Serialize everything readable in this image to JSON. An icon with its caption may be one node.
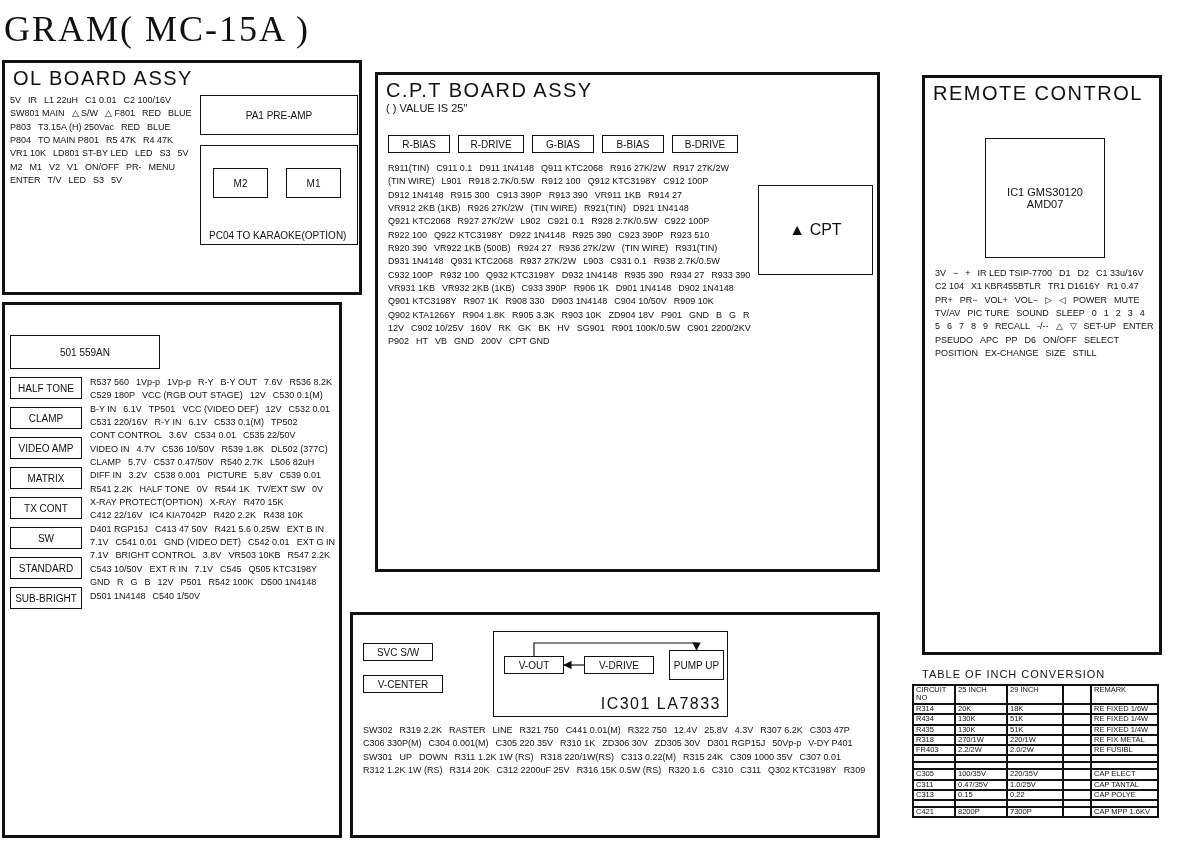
{
  "diagram": {
    "title": "GRAM( MC-15A )",
    "nodes": [
      {
        "text": [
          "OL BOARD ASSY"
        ]
      },
      {
        "text": [
          "PA1 PRE-AMP"
        ],
        "in": 0
      },
      {
        "text": [
          "PC04 TO KARAOKE(OPTION)"
        ],
        "in": 0
      },
      {
        "text": [
          "M2"
        ],
        "in": 2
      },
      {
        "text": [
          "M1"
        ],
        "in": 2
      },
      {
        "text": [
          "C.P.T BOARD ASSY",
          "( ) VALUE IS 25\""
        ]
      },
      {
        "text": [
          "R-BIAS"
        ],
        "in": 5
      },
      {
        "text": [
          "R-DRIVE"
        ],
        "in": 5
      },
      {
        "text": [
          "G-BIAS"
        ],
        "in": 5
      },
      {
        "text": [
          "B-BIAS"
        ],
        "in": 5
      },
      {
        "text": [
          "B-DRIVE"
        ],
        "in": 5
      },
      {
        "text": [
          "▲ CPT"
        ],
        "in": 5
      },
      {
        "text": [
          "REMOTE CONTROL"
        ]
      },
      {
        "text": [
          "IC1 GMS30120 AMD07"
        ],
        "in": 12
      },
      {
        "text": [],
        "shape": "box"
      },
      {
        "text": [
          "501 559AN"
        ],
        "in": 14
      },
      {
        "text": [
          "HALF TONE"
        ],
        "in": 14
      },
      {
        "text": [
          "CLAMP"
        ],
        "in": 14
      },
      {
        "text": [
          "VIDEO AMP"
        ],
        "in": 14
      },
      {
        "text": [
          "MATRIX"
        ],
        "in": 14
      },
      {
        "text": [
          "TX CONT"
        ],
        "in": 14
      },
      {
        "text": [
          "SW"
        ],
        "in": 14
      },
      {
        "text": [
          "STANDARD"
        ],
        "in": 14
      },
      {
        "text": [
          "SUB-BRIGHT"
        ],
        "in": 14
      },
      {
        "text": [],
        "shape": "box"
      },
      {
        "text": [
          "SVC S/W"
        ],
        "in": 24
      },
      {
        "text": [
          "IC301 LA7833"
        ],
        "in": 24
      },
      {
        "text": [
          "V-OUT"
        ],
        "in": 26
      },
      {
        "text": [
          "V-DRIVE"
        ],
        "in": 26
      },
      {
        "text": [
          "PUMP UP"
        ],
        "in": 26
      },
      {
        "text": [
          "V-CENTER"
        ],
        "in": 24
      }
    ],
    "edges": [
      {
        "from": 28,
        "to": 27,
        "arrow": "to"
      },
      {
        "from": 27,
        "to": 29,
        "arrow": "to"
      }
    ],
    "labels": [
      "5V",
      "IR",
      "L1 22uH",
      "C1 0.01",
      "C2 100/16V",
      "SW801 MAIN",
      "△ S/W",
      "△ F801",
      "RED",
      "BLUE",
      "P803",
      "T3.15A (H) 250Vac",
      "RED",
      "BLUE",
      "P804",
      "TO MAIN P801",
      "R5 47K",
      "R4 47K",
      "VR1 10K",
      "LD801 ST-BY LED",
      "LED",
      "S3",
      "5V",
      "M2",
      "M1",
      "V2",
      "V1",
      "ON/OFF",
      "PR-",
      "MENU",
      "ENTER",
      "T/V",
      "LED",
      "S3",
      "5V",
      "R911(TIN)",
      "C911 0.1",
      "D911 1N4148",
      "Q911 KTC2068",
      "R916 27K/2W",
      "R917 27K/2W",
      "(TIN WIRE)",
      "L901",
      "R918 2.7K/0.5W",
      "R912 100",
      "Q912 KTC3198Y",
      "C912 100P",
      "D912 1N4148",
      "R915 300",
      "C913 390P",
      "R913 390",
      "VR911 1KB",
      "R914 27",
      "VR912 2KB (1KB)",
      "R926 27K/2W",
      "(TIN WIRE)",
      "R921(TIN)",
      "D921 1N4148",
      "Q921 KTC2068",
      "R927 27K/2W",
      "L902",
      "C921 0.1",
      "R928 2.7K/0.5W",
      "C922 100P",
      "R922 100",
      "Q922 KTC3198Y",
      "D922 1N4148",
      "R925 390",
      "C923 390P",
      "R923 510",
      "R920 390",
      "VR922 1KB (500B)",
      "R924 27",
      "R936 27K/2W",
      "(TIN WIRE)",
      "R931(TIN)",
      "D931 1N4148",
      "Q931 KTC2068",
      "R937 27K/2W",
      "L903",
      "C931 0.1",
      "R938 2.7K/0.5W",
      "C932 100P",
      "R932 100",
      "Q932 KTC3198Y",
      "D932 1N4148",
      "R935 390",
      "R934 27",
      "R933 390",
      "VR931 1KB",
      "VR932 2KB (1KB)",
      "C933 390P",
      "R906 1K",
      "D901 1N4148",
      "D902 1N4148",
      "Q901 KTC3198Y",
      "R907 1K",
      "R908 330",
      "D903 1N4148",
      "C904 10/50V",
      "R909 10K",
      "Q902 KTA1266Y",
      "R904 1.8K",
      "R905 3.3K",
      "R903 10K",
      "ZD904 18V",
      "P901",
      "GND",
      "B",
      "G",
      "R",
      "12V",
      "C902 10/25V",
      "160V",
      "RK",
      "GK",
      "BK",
      "HV",
      "SG901",
      "R901 100K/0.5W",
      "C901 2200/2KV",
      "P902",
      "HT",
      "VB",
      "GND",
      "200V",
      "CPT GND",
      "3V",
      "−",
      "+",
      "IR LED TSIP-7700",
      "D1",
      "D2",
      "C1 33u/16V",
      "C2 104",
      "X1 KBR455BTLR",
      "TR1 D1616Y",
      "R1 0.47",
      "PR+",
      "PR−",
      "VOL+",
      "VOL−",
      "▷",
      "◁",
      "POWER",
      "MUTE",
      "TV/AV",
      "PIC TURE",
      "SOUND",
      "SLEEP",
      "0",
      "1",
      "2",
      "3",
      "4",
      "5",
      "6",
      "7",
      "8",
      "9",
      "RECALL",
      "-/--",
      "△",
      "▽",
      "SET-UP",
      "ENTER",
      "PSEUDO",
      "APC",
      "PP",
      "D6",
      "ON/OFF",
      "SELECT",
      "POSITION",
      "EX-CHANGE",
      "SIZE",
      "STILL",
      "R537 560",
      "1Vp-p",
      "1Vp-p",
      "R-Y",
      "B-Y OUT",
      "7.6V",
      "R536 8.2K",
      "C529 180P",
      "VCC (RGB OUT STAGE)",
      "12V",
      "C530 0.1(M)",
      "B-Y IN",
      "6.1V",
      "TP501",
      "VCC (VIDEO DEF)",
      "12V",
      "C532 0.01",
      "C531 220/16V",
      "R-Y IN",
      "6.1V",
      "C533 0.1(M)",
      "TP502",
      "CONT CONTROL",
      "3.6V",
      "C534 0.01",
      "C535 22/50V",
      "VIDEO IN",
      "4.7V",
      "C536 10/50V",
      "R539 1.8K",
      "DL502 (377C)",
      "CLAMP",
      "5.7V",
      "C537 0.47/50V",
      "R540 2.7K",
      "L506 82uH",
      "DIFF IN",
      "3.2V",
      "C538 0.001",
      "PICTURE",
      "5.8V",
      "C539 0.01",
      "R541 2.2K",
      "HALF TONE",
      "0V",
      "R544 1K",
      "TV/EXT SW",
      "0V",
      "X-RAY PROTECT(OPTION)",
      "X-RAY",
      "R470 15K",
      "C412 22/16V",
      "IC4 KIA7042P",
      "R420 2.2K",
      "R438 10K",
      "D401 RGP15J",
      "C413 47 50V",
      "R421 5.6 0.25W",
      "EXT B IN",
      "7.1V",
      "C541 0.01",
      "GND (VIDEO DET)",
      "C542 0.01",
      "EXT G IN",
      "7.1V",
      "BRIGHT CONTROL",
      "3.8V",
      "VR503 10KB",
      "R547 2.2K",
      "C543 10/50V",
      "EXT R IN",
      "7.1V",
      "C545",
      "Q505 KTC3198Y",
      "GND",
      "R",
      "G",
      "B",
      "12V",
      "P501",
      "R542 100K",
      "D500 1N4148",
      "D501 1N4148",
      "C540 1/50V",
      "SW302",
      "R319 2.2K",
      "RASTER",
      "LINE",
      "R321 750",
      "C441 0.01(M)",
      "R322 750",
      "12.4V",
      "25.8V",
      "4.3V",
      "R307 6.2K",
      "C303 47P",
      "C306 330P(M)",
      "C304 0.001(M)",
      "C305 220 35V",
      "R310 1K",
      "ZD306 30V",
      "ZD305 30V",
      "D301 RGP15J",
      "50Vp-p",
      "V-DY P401",
      "SW301",
      "UP",
      "DOWN",
      "R311 1.2K 1W (RS)",
      "R318 220/1W(RS)",
      "C313 0.22(M)",
      "R315 24K",
      "C309 1000 35V",
      "C307 0.01",
      "R312 1.2K 1W (RS)",
      "R314 20K",
      "C312 2200uF 25V",
      "R316 15K 0.5W (RS)",
      "R320 1.6",
      "C310",
      "C311",
      "Q302 KTC3198Y",
      "R309",
      "TABLE OF INCH CONVERSION",
      "CIRCUIT NO",
      "25 INCH",
      "29 INCH",
      "REMARK",
      "R314",
      "20K",
      "18K",
      "RE FIXED 1/6W",
      "R434",
      "130K",
      "51K",
      "RE FIXED 1/4W",
      "R435",
      "130K",
      "51K",
      "RE FIXED 1/4W",
      "R318",
      "270/1W",
      "220/1W",
      "RE FIX METAL",
      "FR403",
      "2.2/2W",
      "2.0/2W",
      "RE FUSIBL",
      "C305",
      "100/35V",
      "220/35V",
      "CAP ELECT",
      "C311",
      "0.47/35V",
      "1.0/25V",
      "CAP TANTAL",
      "C313",
      "0.15",
      "0.22",
      "CAP POLYE",
      "C421",
      "8200P",
      "7300P",
      "CAP MPP 1.6KV"
    ]
  }
}
